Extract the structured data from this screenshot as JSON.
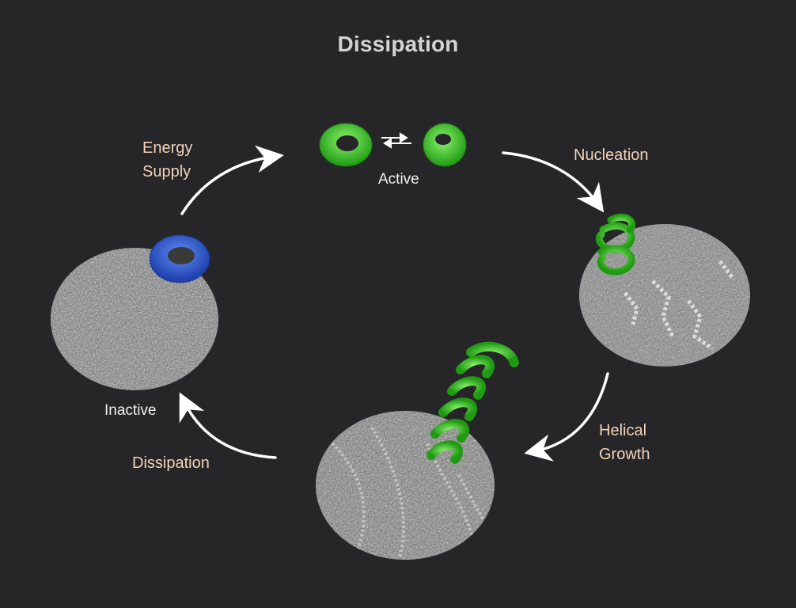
{
  "title": "Dissipation",
  "labels": {
    "energy_supply": [
      "Energy",
      "Supply"
    ],
    "nucleation": "Nucleation",
    "helical_growth": [
      "Helical",
      "Growth"
    ],
    "dissipation": "Dissipation",
    "active": "Active",
    "inactive": "Inactive"
  },
  "colors": {
    "background": "#262628",
    "step_label": "#f2d3b8",
    "state_label": "#f1f1f1",
    "active_ring": "#3fcc2a",
    "inactive_ring": "#2a5bd6",
    "micrograph_gray": "#9a9a9a",
    "arrow": "#ffffff"
  }
}
